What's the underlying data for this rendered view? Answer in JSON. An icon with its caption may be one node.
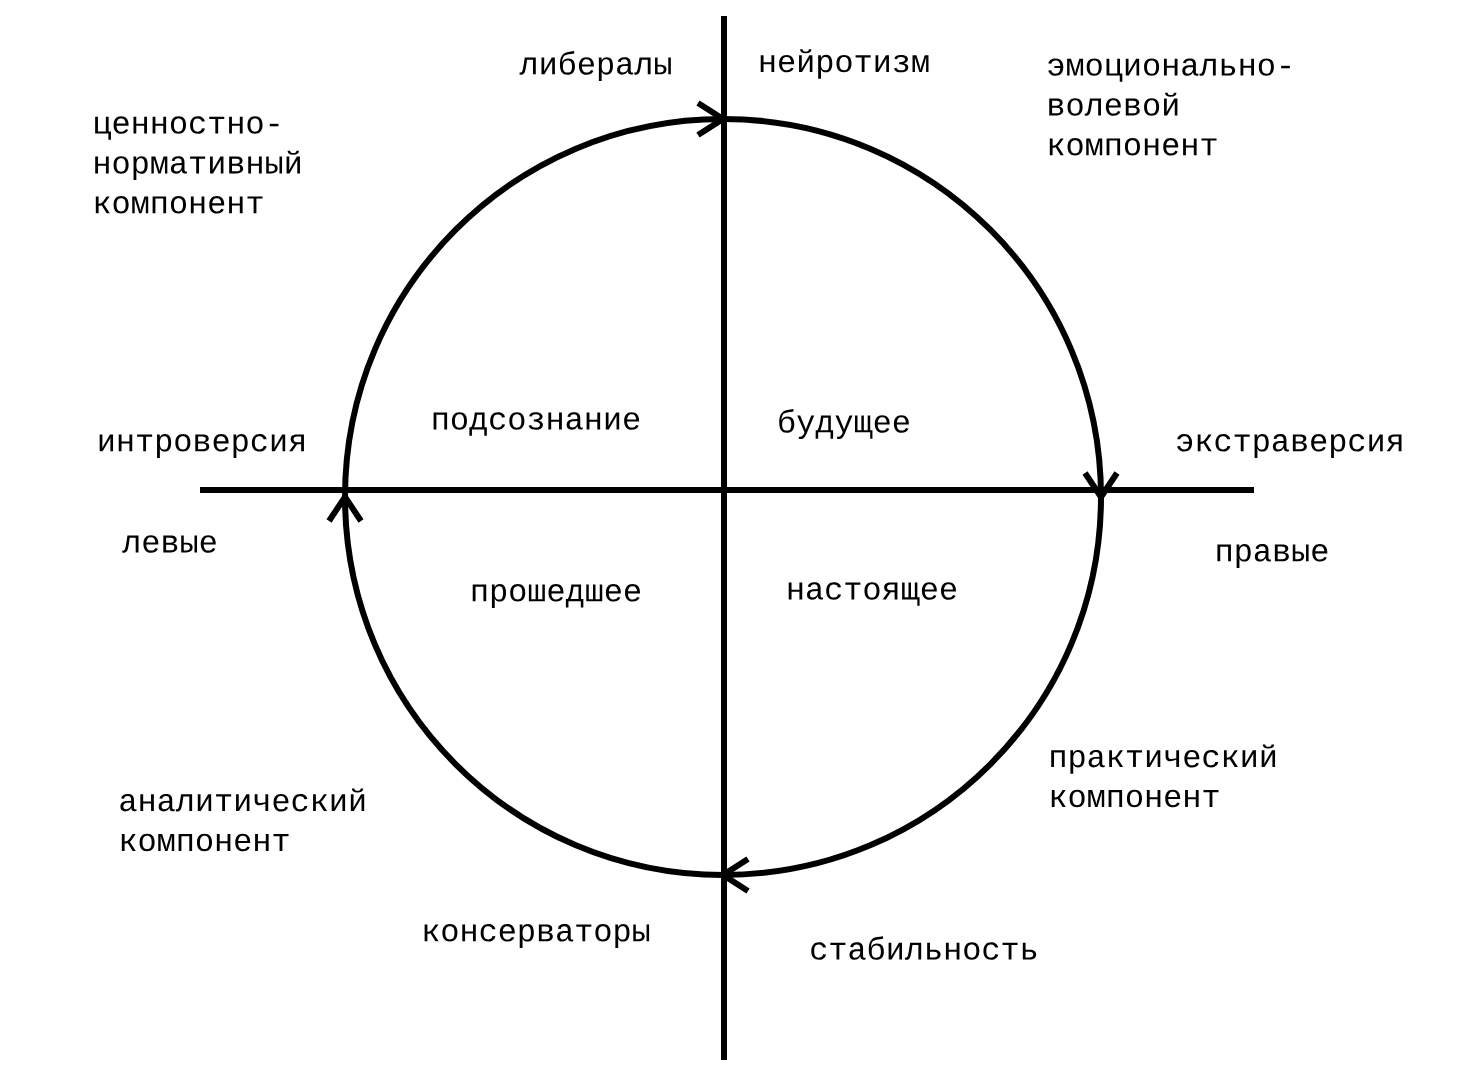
{
  "diagram": {
    "labels": [
      "либералы",
      "нейротизм",
      "эмоционально-волевой компонент",
      "ценностно-нормативный компонент",
      "интроверсия",
      "подсознание",
      "будущее",
      "экстраверсия",
      "левые",
      "правые",
      "прошедшее",
      "настоящее",
      "практический компонент",
      "аналитический компонент",
      "консерваторы",
      "стабильность"
    ]
  }
}
